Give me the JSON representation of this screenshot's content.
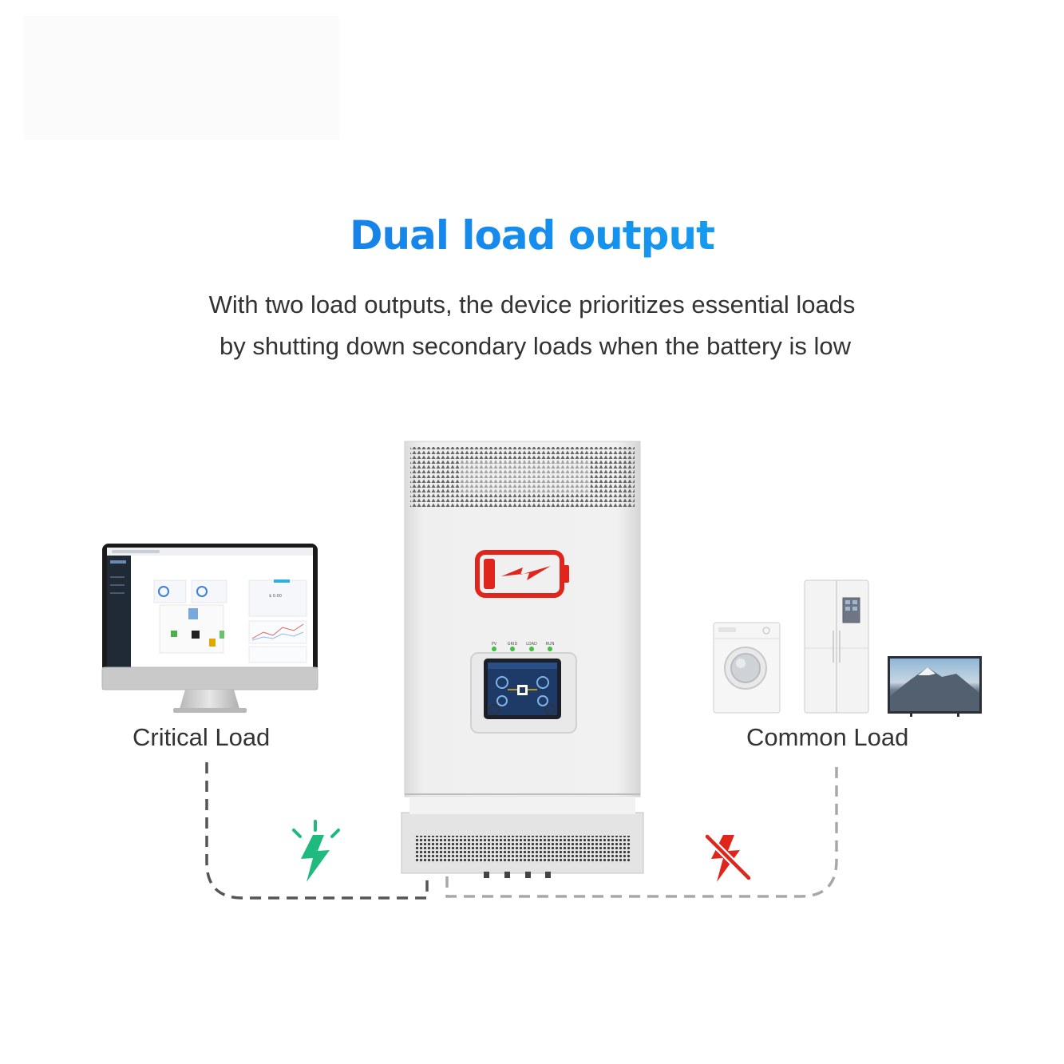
{
  "heading": {
    "title": "Dual load output",
    "subtitle_line1": "With two load outputs, the device prioritizes essential loads",
    "subtitle_line2": "by shutting down secondary loads when the battery is low"
  },
  "loads": {
    "critical": {
      "label": "Critical Load",
      "power_state": "on",
      "icon": "lightning-icon",
      "color": "#1fba7e"
    },
    "common": {
      "label": "Common Load",
      "power_state": "off",
      "icon": "lightning-off-icon",
      "color": "#e0261c"
    }
  },
  "inverter": {
    "battery_status": "low",
    "battery_icon": "battery-low-icon",
    "battery_color": "#e0261c",
    "indicators": [
      "PV",
      "GRID",
      "LOAD",
      "RUN"
    ],
    "indicator_color": "#3fbf3f",
    "dashboard_value": "$ 0.00"
  },
  "colors": {
    "title_gradient": [
      "#1a6fe0",
      "#17b6f6"
    ],
    "critical_wire": "#555555",
    "common_wire": "#a8a8a8"
  }
}
